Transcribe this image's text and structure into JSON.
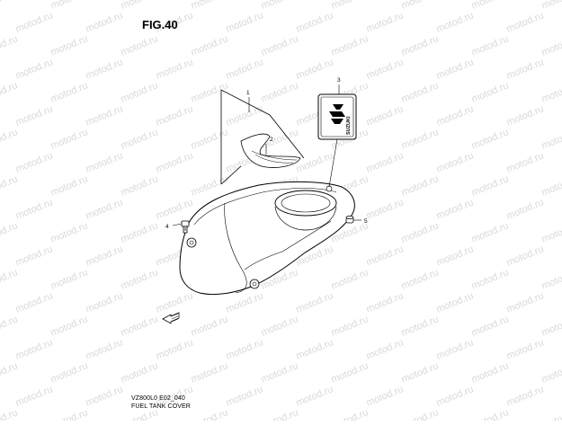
{
  "figure": {
    "title": "FIG.40",
    "caption_code": "VZ800L0 E02_040",
    "caption_name": "FUEL TANK COVER"
  },
  "callouts": {
    "c1": "1",
    "c2": "2",
    "c3": "3",
    "c4": "4",
    "c5": "5"
  },
  "emblem": {
    "brand_text": "SUZUKI"
  },
  "watermark": {
    "text": "motod.ru"
  },
  "colors": {
    "line": "#000000",
    "watermark": "#d9d9d9"
  }
}
